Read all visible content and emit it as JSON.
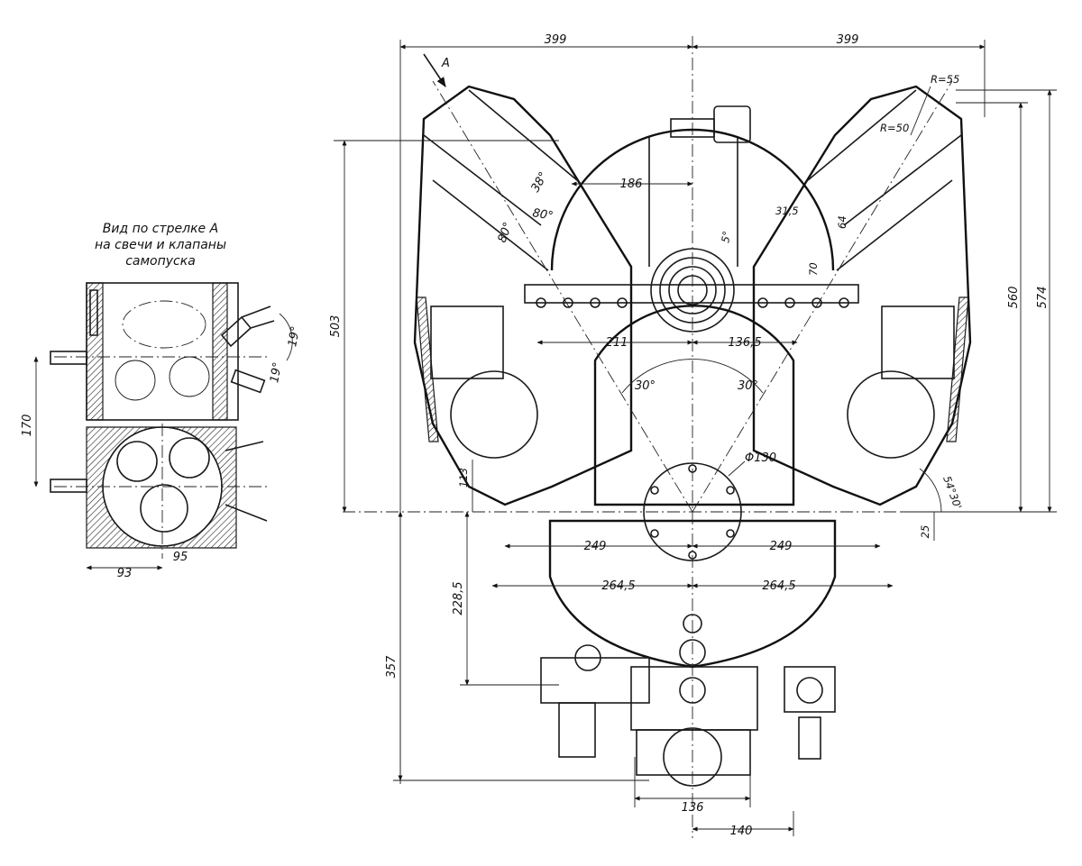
{
  "view_caption": [
    "Вид по стрелке А",
    "на свечи и клапаны",
    "самопуска"
  ],
  "arrow_label": "А",
  "side_view": {
    "dim_170": "170",
    "dim_93": "93",
    "dim_95": "95",
    "angle_19a": "19°",
    "angle_19b": "19°"
  },
  "front_view": {
    "dim_399_left": "399",
    "dim_399_right": "399",
    "radius_55": "R=55",
    "radius_50": "R=50",
    "dim_186": "186",
    "angle_38": "38°",
    "angle_80a": "80°",
    "angle_80b": "80°",
    "dim_31_5": "31,5",
    "dim_64": "64",
    "angle_5": "5°",
    "dim_70": "70",
    "dim_211": "211",
    "dim_136_5": "136,5",
    "angle_30_left": "30°",
    "angle_30_right": "30°",
    "dia_130": "Φ130",
    "dim_503": "503",
    "dim_560": "560",
    "dim_574": "574",
    "dim_113": "113",
    "angle_54_30": "54°30'",
    "dim_25": "25",
    "dim_249_left": "249",
    "dim_249_right": "249",
    "dim_264_5_left": "264,5",
    "dim_264_5_right": "264,5",
    "dim_228_5": "228,5",
    "dim_357": "357",
    "dim_136_bottom": "136",
    "dim_140": "140"
  }
}
